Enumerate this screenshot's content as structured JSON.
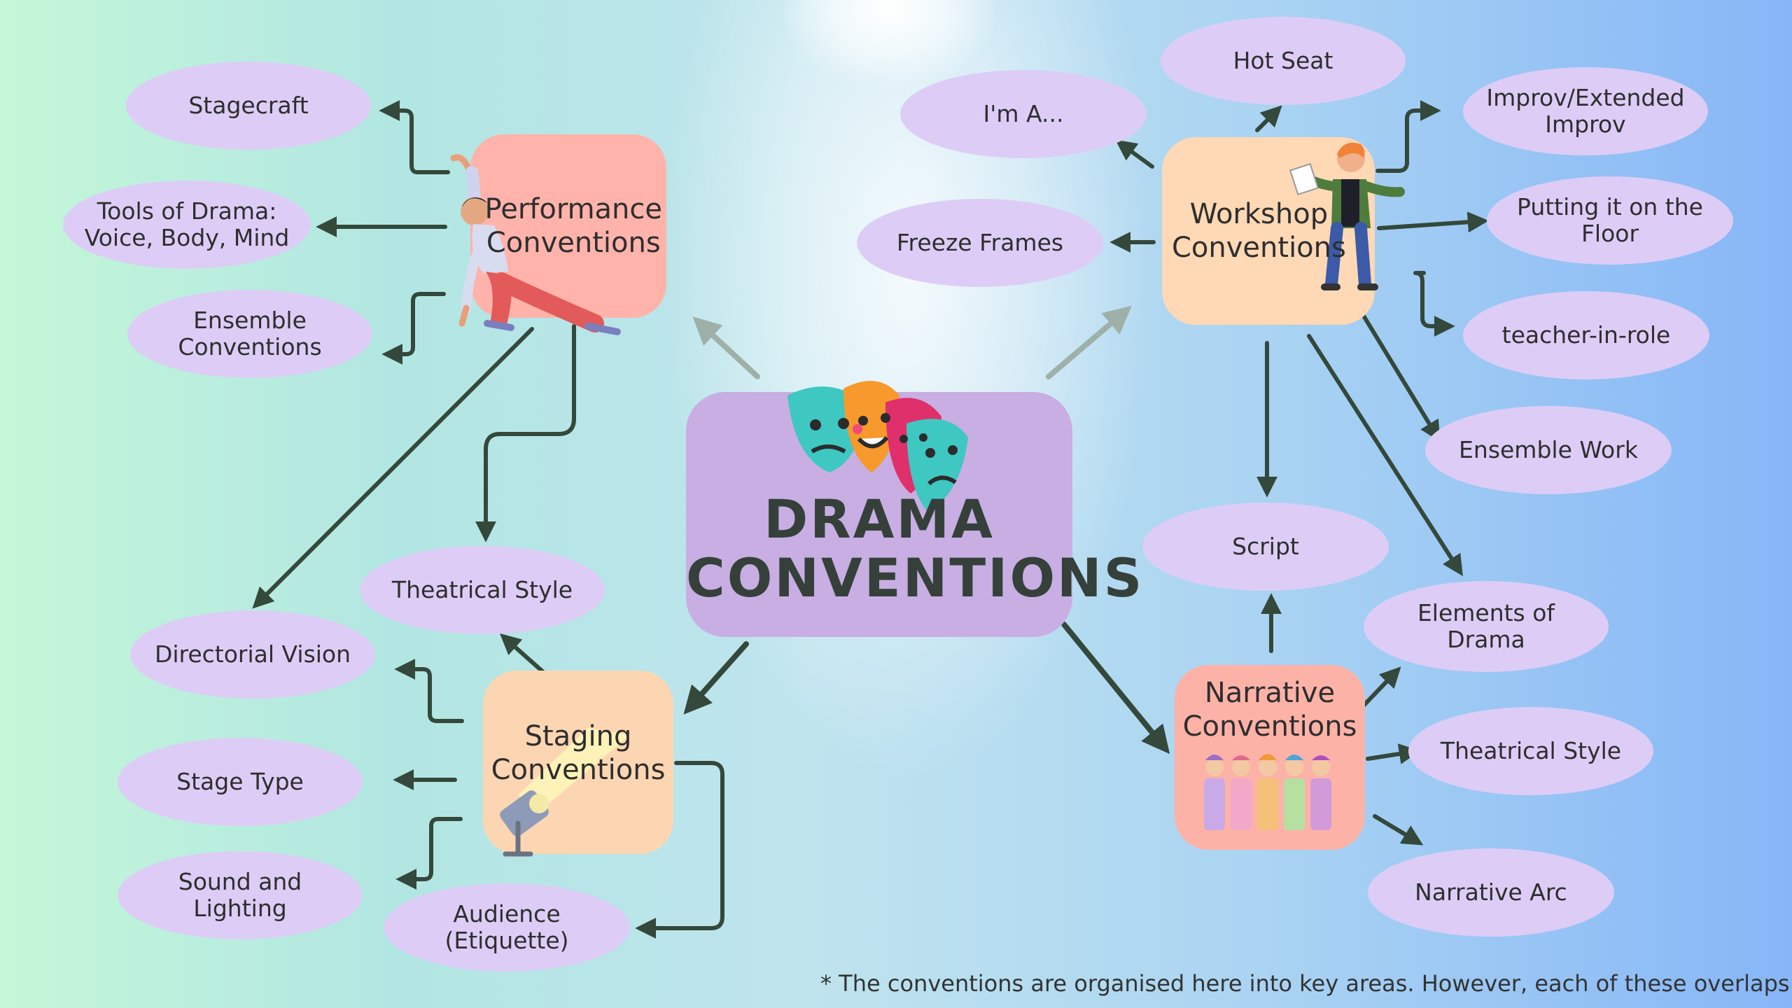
{
  "center": {
    "title": "DRAMA\nCONVENTIONS"
  },
  "hubs": {
    "performance": "Performance\nConventions",
    "workshop": "Workshop\nConventions",
    "staging": "Staging\nConventions",
    "narrative": "Narrative\nConventions"
  },
  "performance_items": [
    "Stagecraft",
    "Tools of Drama:\nVoice, Body, Mind",
    "Ensemble\nConventions",
    "Directorial Vision",
    "Theatrical Style"
  ],
  "workshop_items": [
    "Hot Seat",
    "I'm A...",
    "Improv/Extended\nImprov",
    "Freeze Frames",
    "Putting it on the\nFloor",
    "teacher-in-role",
    "Ensemble Work",
    "Script",
    "Elements of\nDrama"
  ],
  "staging_items": [
    "Stage Type",
    "Sound and Lighting",
    "Audience (Etiquette)"
  ],
  "narrative_items": [
    "Theatrical Style",
    "Narrative Arc"
  ],
  "footnote": "*  The conventions are organised here into key areas. However, each of these overlaps..",
  "colors": {
    "leaf": "#ddcdf6",
    "performance_hub": "#ffb3ab",
    "workshop_hub": "#ffd8b5",
    "staging_hub": "#fcd6b2",
    "narrative_hub": "#fdb2a8",
    "center": "#c8aee3",
    "arrow_dark": "#34483b",
    "arrow_light": "#9eb0a8"
  },
  "icons": [
    "dancer-illustration",
    "teacher-illustration",
    "spotlight-illustration",
    "characters-illustration",
    "theatre-masks-illustration"
  ]
}
